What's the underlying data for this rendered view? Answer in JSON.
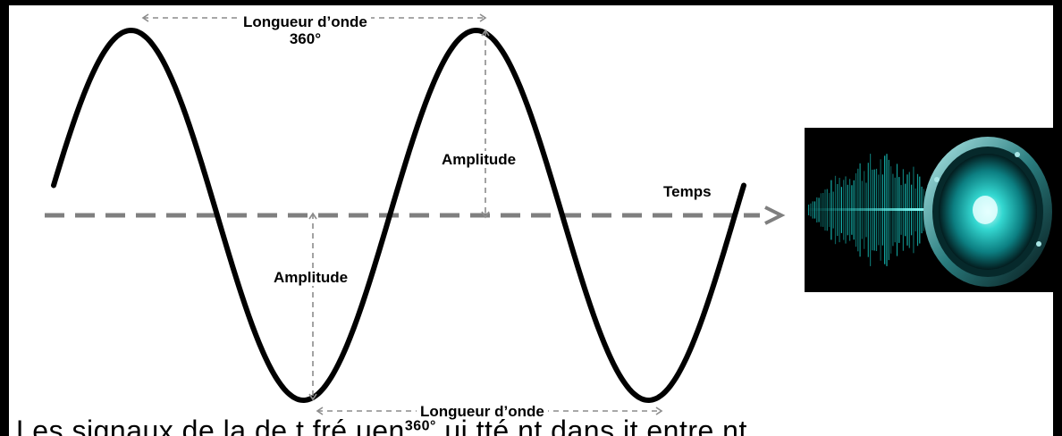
{
  "labels": {
    "wavelength_top": "Longueur d’onde",
    "degrees_top": "360°",
    "amplitude_upper": "Amplitude",
    "amplitude_lower": "Amplitude",
    "time_axis": "Temps",
    "wavelength_bottom": "Longueur d’onde",
    "degrees_bottom": "360°"
  },
  "caption": {
    "fragment_1": "Les signaux de  la de  t     fré  uen",
    "fragment_2": "  ui  tté      nt  dans  it    entre    nt"
  },
  "colors": {
    "wave": "#000000",
    "axis": "#7f7f7f",
    "guide": "#8c8c8c",
    "speaker_glow": "#19d6d0"
  },
  "image": {
    "icon": "speaker-soundwave-icon"
  }
}
